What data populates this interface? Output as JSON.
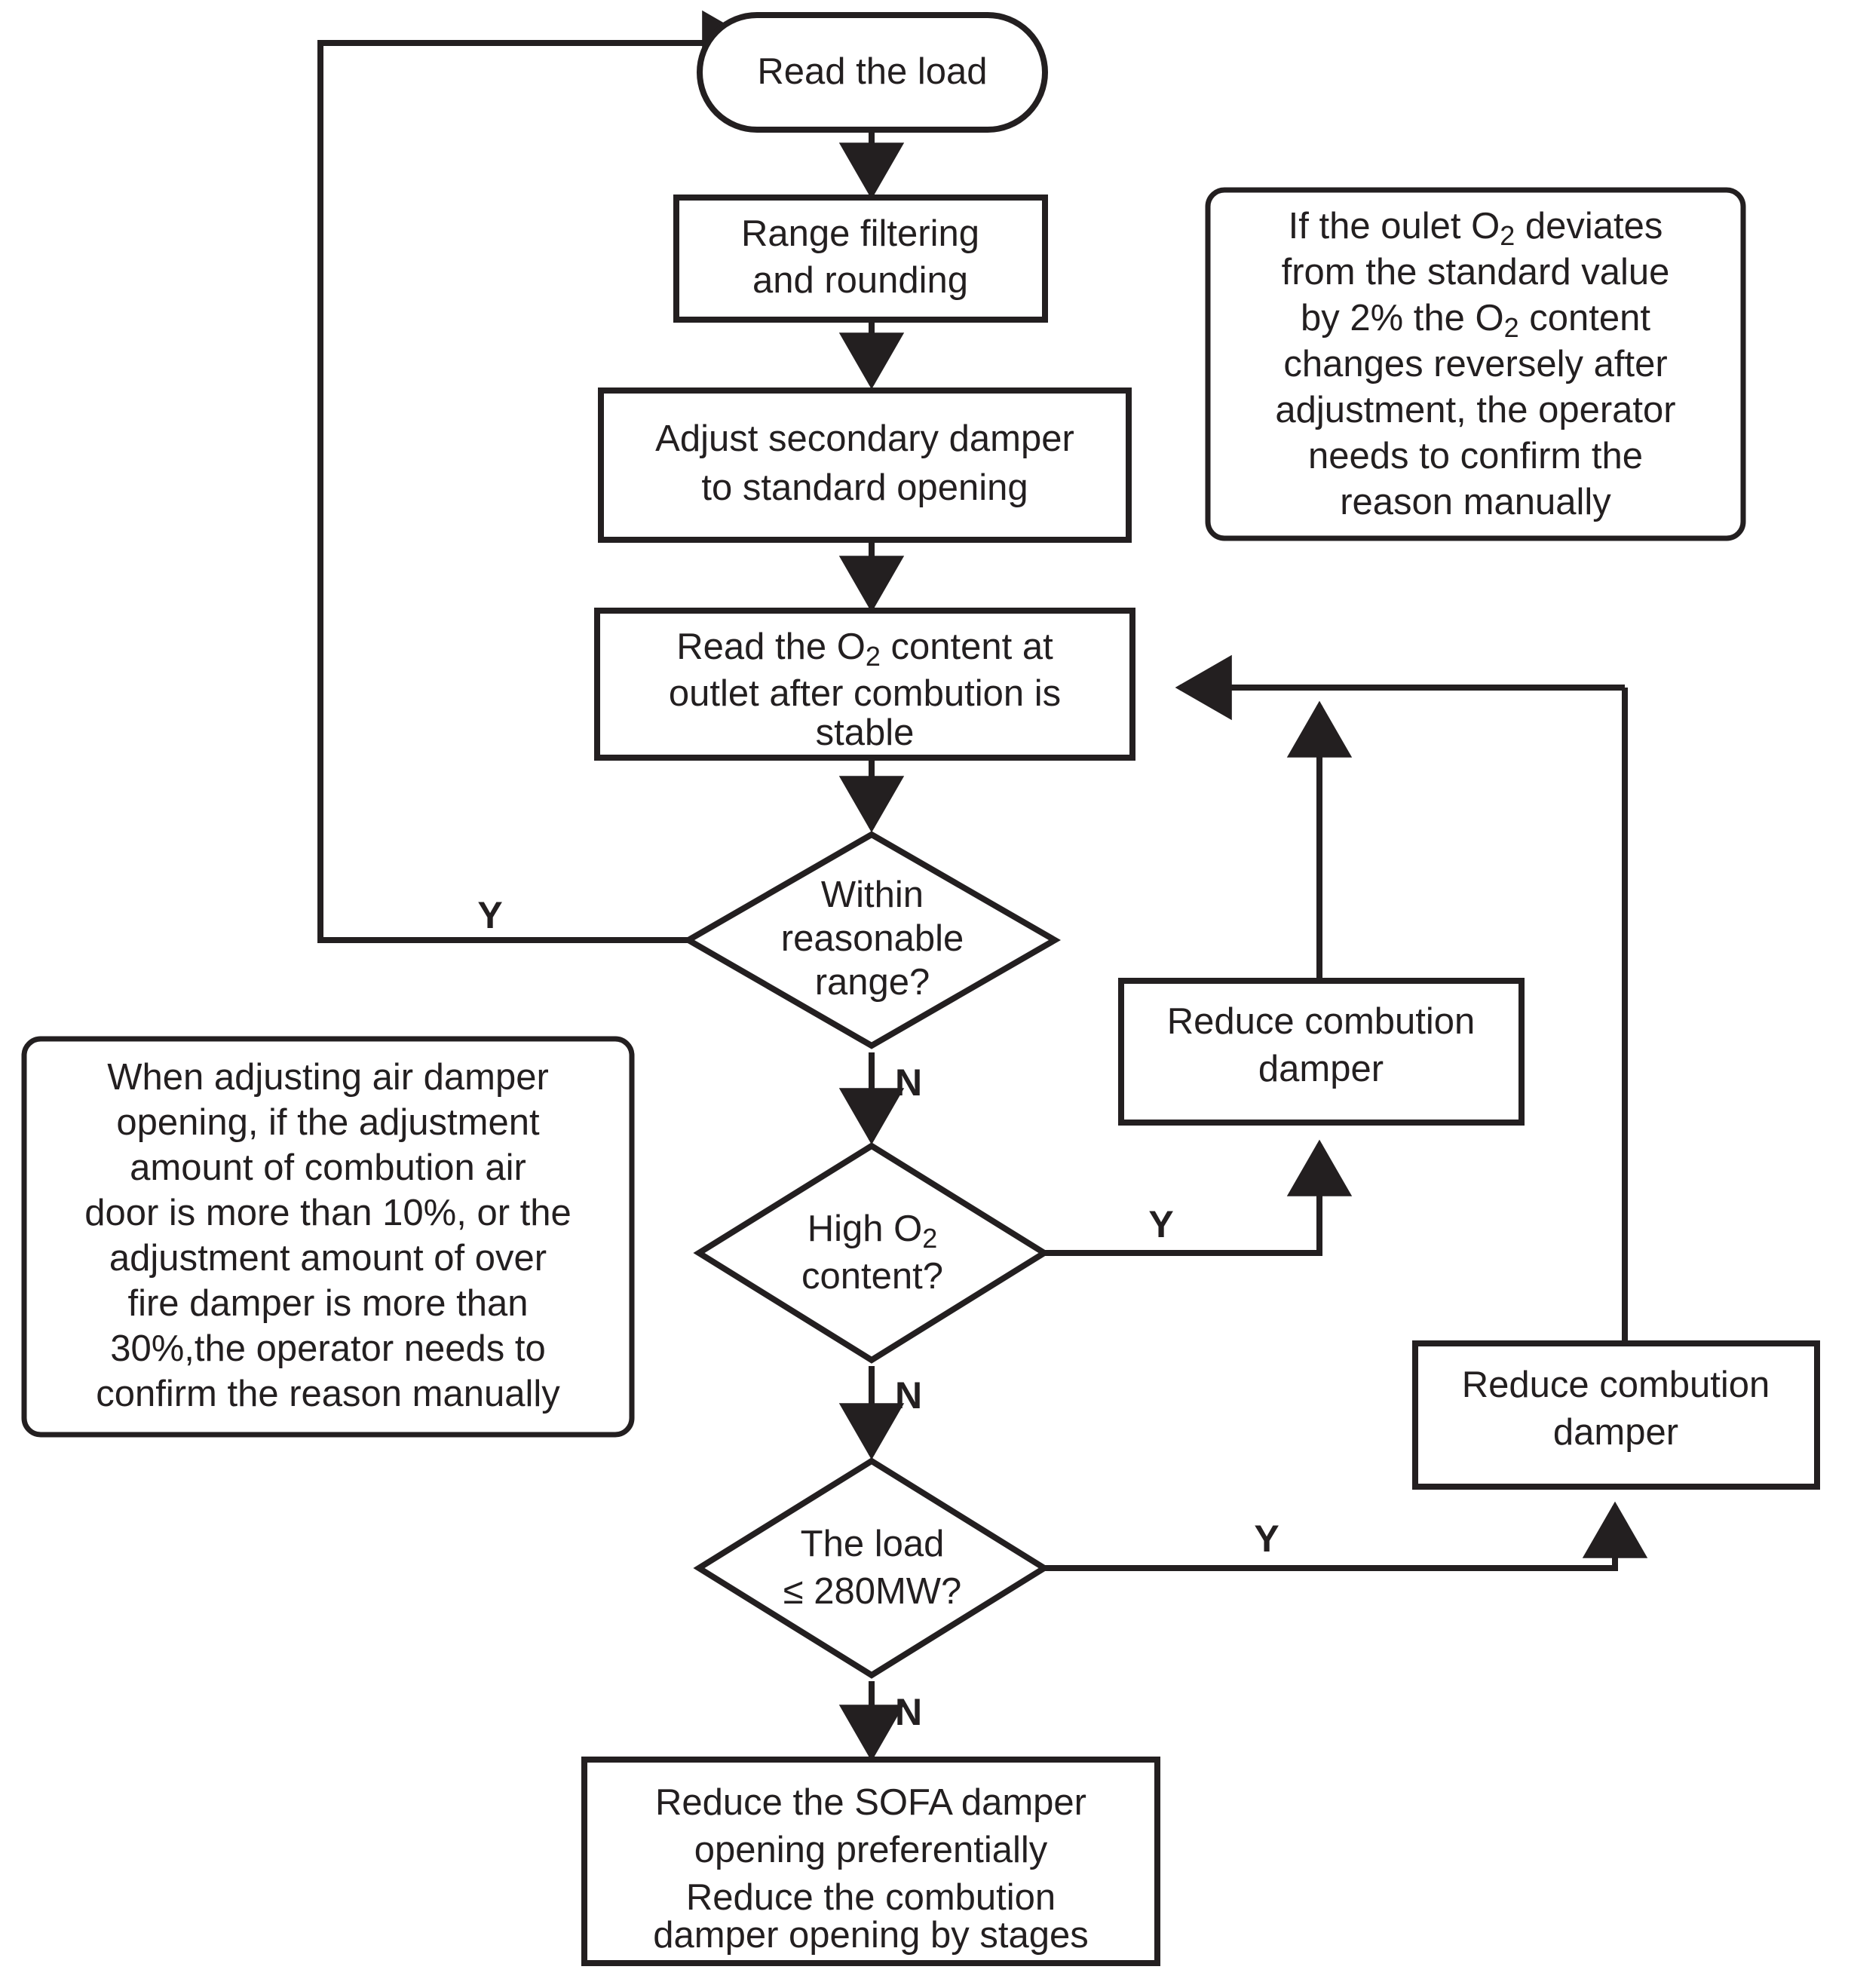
{
  "diagram": {
    "title": "Combustion air damper / O2 control flowchart",
    "colors": {
      "line": "#231f20",
      "fill": "#ffffff",
      "background": "#ffffff"
    },
    "nodes": {
      "read_load": {
        "shape": "terminator",
        "text": "Read the load"
      },
      "range_filter": {
        "shape": "process",
        "lines": [
          "Range filtering",
          "and rounding"
        ]
      },
      "adjust_damper": {
        "shape": "process",
        "lines": [
          "Adjust secondary damper",
          "to standard opening"
        ]
      },
      "read_o2": {
        "shape": "process",
        "lines_pre": [
          "Read the O",
          "content at"
        ],
        "sub": "2",
        "lines": [
          "Read the O2 content at",
          "outlet after combution is",
          "stable"
        ]
      },
      "within_range": {
        "shape": "decision",
        "lines": [
          "Within",
          "reasonable",
          "range?"
        ]
      },
      "high_o2": {
        "shape": "decision",
        "lines": [
          "High O2",
          "content?"
        ],
        "sub": "2"
      },
      "load_280": {
        "shape": "decision",
        "lines": [
          "The load",
          "≤ 280MW?"
        ]
      },
      "reduce_damper_upper": {
        "shape": "process",
        "lines": [
          "Reduce combution",
          "damper"
        ]
      },
      "reduce_damper_lower": {
        "shape": "process",
        "lines": [
          "Reduce combution",
          "damper"
        ]
      },
      "reduce_sofa": {
        "shape": "process",
        "lines": [
          "Reduce the SOFA damper",
          "opening preferentially",
          "Reduce the combution",
          "damper opening by stages"
        ]
      }
    },
    "branch_labels": {
      "within_range_yes": "Y",
      "within_range_no": "N",
      "high_o2_yes": "Y",
      "high_o2_no": "N",
      "load_yes": "Y",
      "load_no": "N"
    },
    "notes": {
      "right_note": {
        "lines": [
          "If the oulet O2 deviates",
          "from the standard value",
          "by 2% the O2 content",
          "changes reversely after",
          "adjustment, the operator",
          "needs to confirm the",
          "reason manually"
        ]
      },
      "left_note": {
        "lines": [
          "When adjusting air damper",
          "opening, if the adjustment",
          "amount of combution air",
          "door is more than 10%, or the",
          "adjustment amount of over",
          "fire damper is more than",
          "30%,the operator needs to",
          "confirm the reason manually"
        ]
      }
    }
  }
}
